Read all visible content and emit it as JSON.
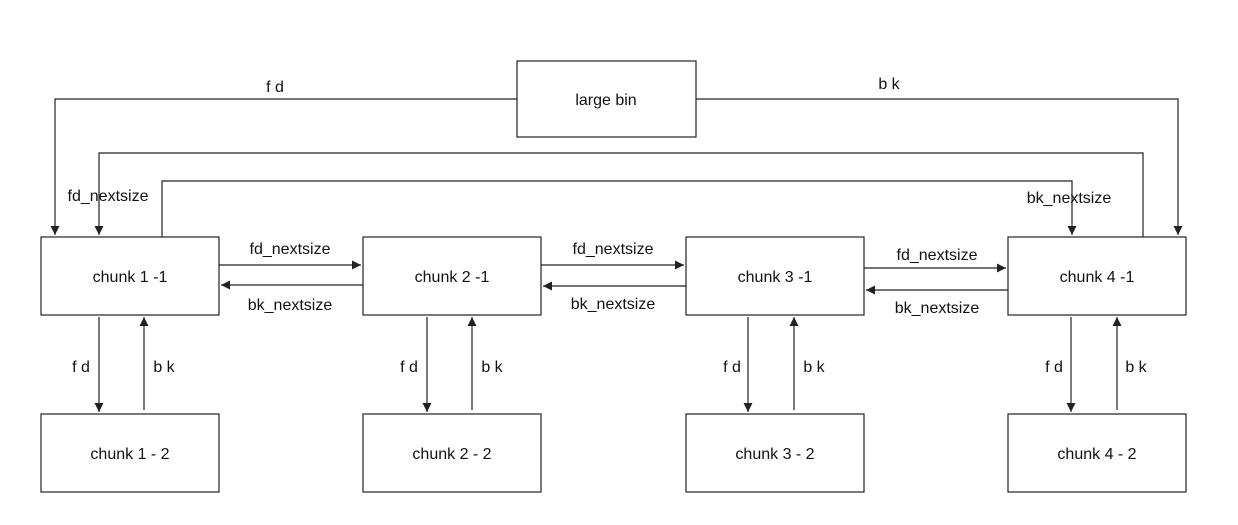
{
  "nodes": {
    "large_bin": "large bin",
    "chunk_1_1": "chunk 1 -1",
    "chunk_2_1": "chunk 2 -1",
    "chunk_3_1": "chunk 3 -1",
    "chunk_4_1": "chunk 4 -1",
    "chunk_1_2": "chunk 1 - 2",
    "chunk_2_2": "chunk 2 - 2",
    "chunk_3_2": "chunk 3 - 2",
    "chunk_4_2": "chunk 4 - 2"
  },
  "edge_labels": {
    "top_fd": "f d",
    "top_bk": "b k",
    "fd_nextsize_left": "fd_nextsize",
    "bk_nextsize_right": "bk_nextsize",
    "c12_fd_nextsize": "fd_nextsize",
    "c12_bk_nextsize": "bk_nextsize",
    "c23_fd_nextsize": "fd_nextsize",
    "c23_bk_nextsize": "bk_nextsize",
    "c34_fd_nextsize": "fd_nextsize",
    "c34_bk_nextsize": "bk_nextsize",
    "c1_fd": "f d",
    "c1_bk": "b k",
    "c2_fd": "f d",
    "c2_bk": "b k",
    "c3_fd": "f d",
    "c3_bk": "b k",
    "c4_fd": "f d",
    "c4_bk": "b k"
  }
}
